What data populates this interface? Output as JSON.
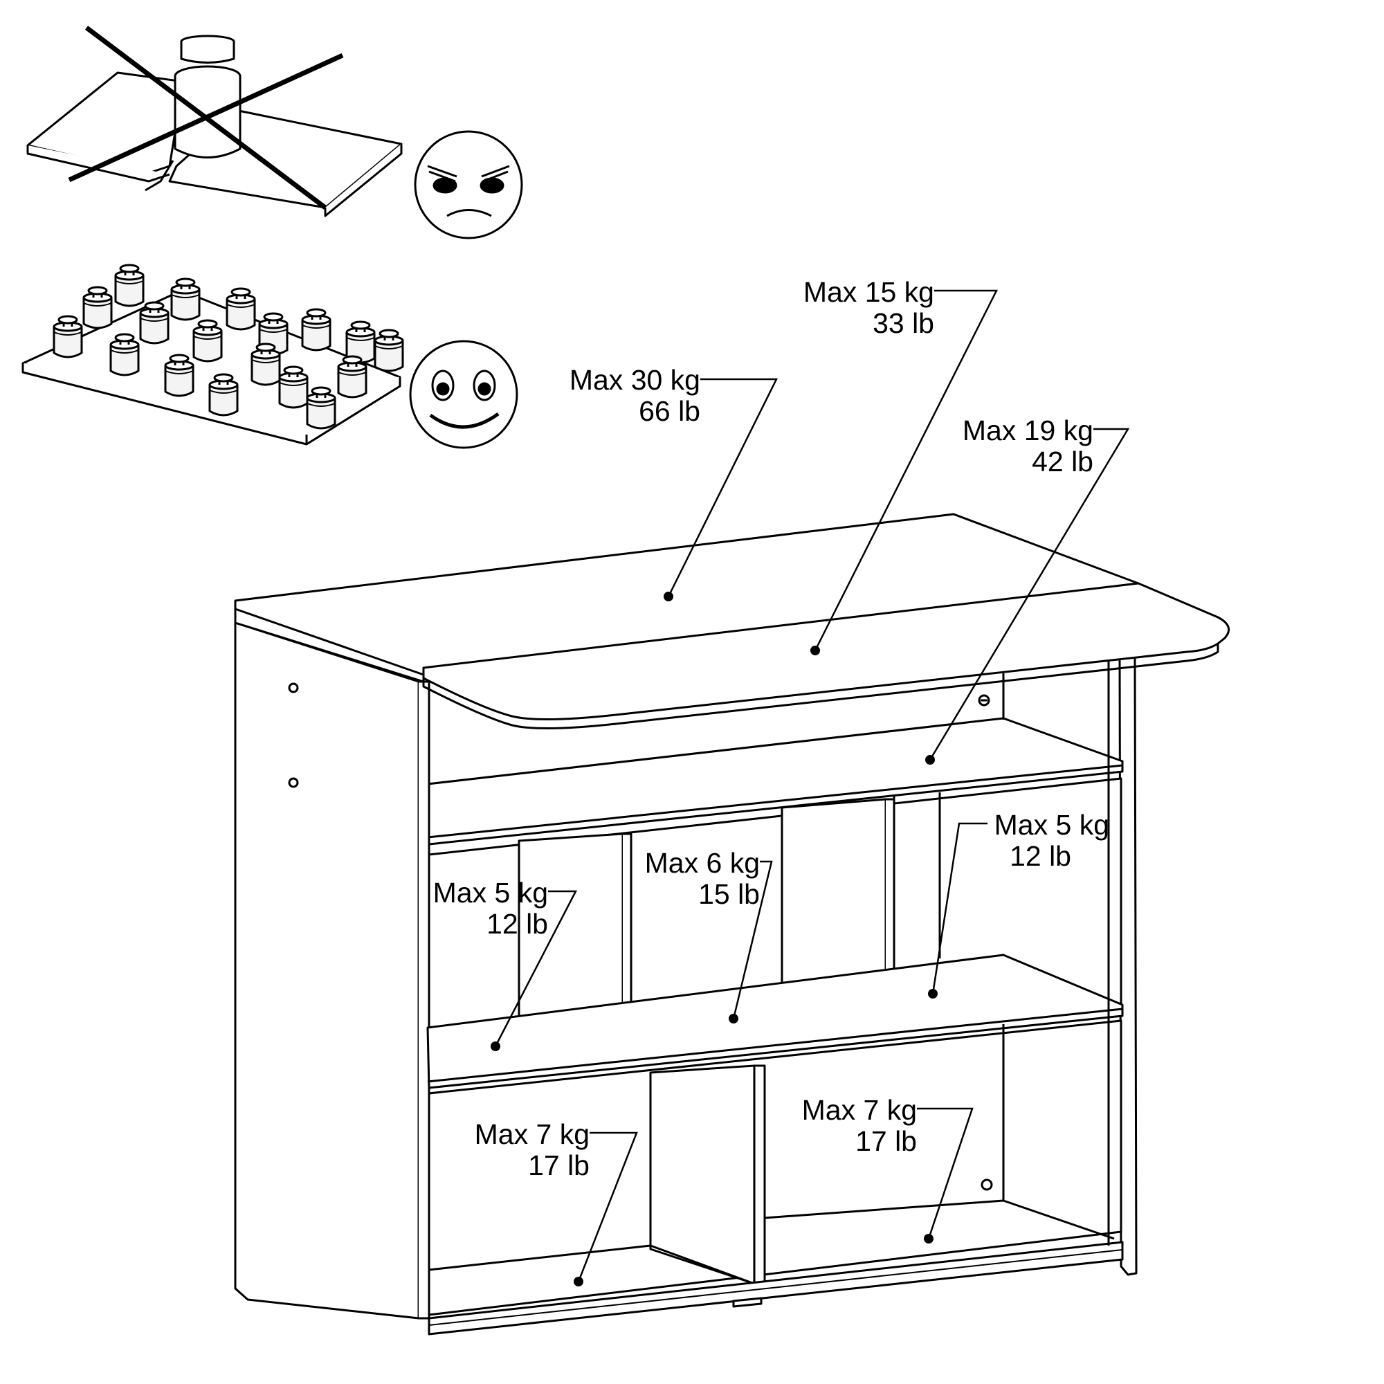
{
  "illustrations": {
    "bad_load": {
      "mood_icon": "angry-face-icon",
      "weight": "single-heavy-weight-icon",
      "mark": "cross-out-icon"
    },
    "good_load": {
      "mood_icon": "smiley-face-icon",
      "weight": "distributed-weights-icon"
    }
  },
  "load_labels": {
    "top_fixed": {
      "kg": "Max 30 kg",
      "lb": "66 lb"
    },
    "top_leaf": {
      "kg": "Max 15 kg",
      "lb": "33 lb"
    },
    "upper_shelf": {
      "kg": "Max 19 kg",
      "lb": "42 lb"
    },
    "cube_left": {
      "kg": "Max 5 kg",
      "lb": "12 lb"
    },
    "cube_mid": {
      "kg": "Max 6 kg",
      "lb": "15 lb"
    },
    "cube_right": {
      "kg": "Max 5 kg",
      "lb": "12 lb"
    },
    "bottom_left": {
      "kg": "Max 7 kg",
      "lb": "17 lb"
    },
    "bottom_right": {
      "kg": "Max 7 kg",
      "lb": "17 lb"
    }
  },
  "colors": {
    "line": "#000000",
    "fill": "#ffffff",
    "weight_fill": "#f4f4f4"
  }
}
